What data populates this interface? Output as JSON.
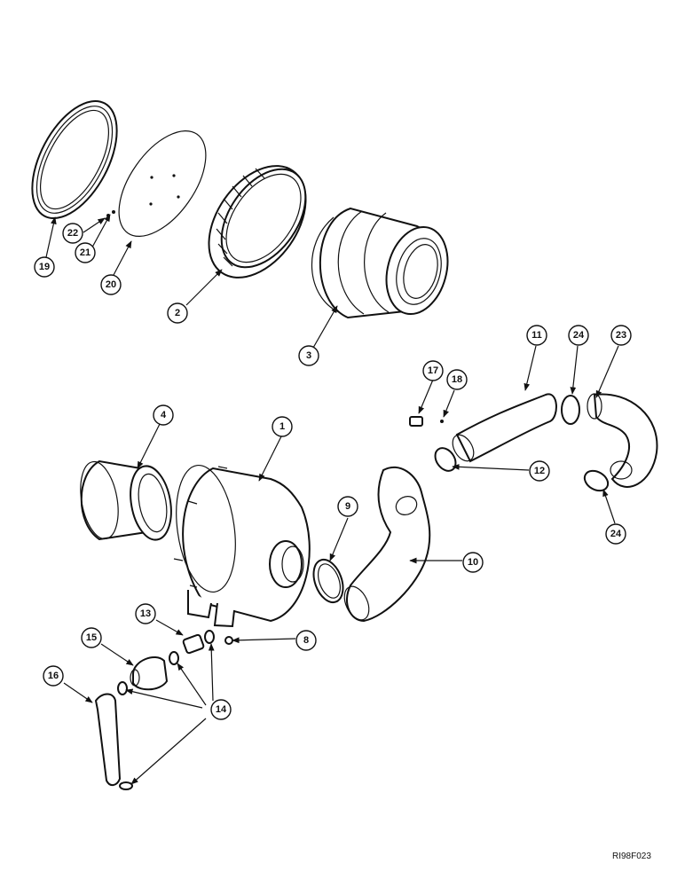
{
  "diagram_ref": "RI98F023",
  "callouts": [
    "1",
    "2",
    "3",
    "4",
    "8",
    "9",
    "10",
    "11",
    "12",
    "13",
    "14",
    "15",
    "16",
    "17",
    "18",
    "19",
    "20",
    "21",
    "22",
    "23",
    "24",
    "24"
  ]
}
